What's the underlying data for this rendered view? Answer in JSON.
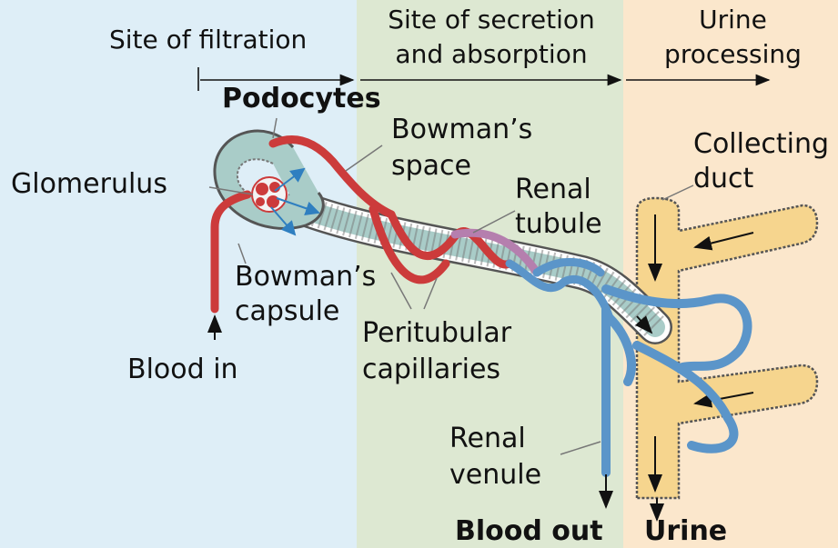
{
  "zones": [
    {
      "line1": "Site of filtration",
      "line2": ""
    },
    {
      "line1": "Site of secretion",
      "line2": "and absorption"
    },
    {
      "line1": "Urine",
      "line2": "processing"
    }
  ],
  "labels": {
    "podocytes": "Podocytes",
    "bowmans_space": [
      "Bowman’s",
      "space"
    ],
    "glomerulus": "Glomerulus",
    "renal_tubule": [
      "Renal",
      "tubule"
    ],
    "collecting_duct": [
      "Collecting",
      "duct"
    ],
    "bowmans_capsule": [
      "Bowman’s",
      "capsule"
    ],
    "peritubular_capillaries": [
      "Peritubular",
      "capillaries"
    ],
    "blood_in": "Blood in",
    "renal_venule": [
      "Renal",
      "venule"
    ],
    "blood_out": "Blood out",
    "urine": "Urine"
  },
  "colors": {
    "filtration_zone": "#deeef7",
    "secretion_zone": "#dde8d2",
    "processing_zone": "#fbe7cc",
    "artery": "#cc3b3b",
    "vein": "#5b95c9",
    "tubule_fill": "#a9ccc8",
    "duct_fill": "#f6d58e",
    "outline": "#555555"
  }
}
